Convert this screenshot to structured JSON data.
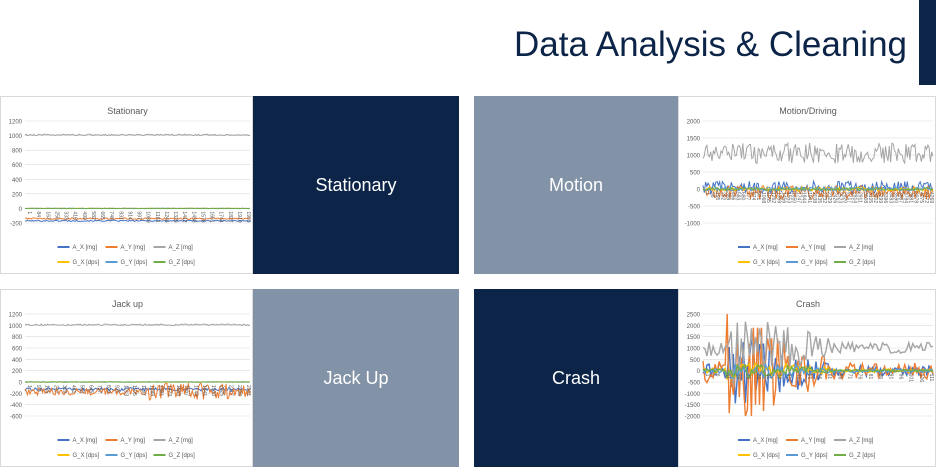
{
  "slide": {
    "title": "Data Analysis & Cleaning"
  },
  "colors": {
    "dark_navy": "#0b2447",
    "slate_gray": "#8393a7",
    "series": {
      "A_X": "#4472c4",
      "A_Y": "#ed7d31",
      "A_Z": "#a5a5a5",
      "G_X": "#ffc000",
      "G_Y": "#5b9bd5",
      "G_Z": "#70ad47"
    }
  },
  "panels": [
    {
      "label": "Stationary",
      "style": "dark"
    },
    {
      "label": "Motion",
      "style": "gray"
    },
    {
      "label": "Jack Up",
      "style": "gray"
    },
    {
      "label": "Crash",
      "style": "dark"
    }
  ],
  "chart_data": [
    {
      "type": "line",
      "title": "Stationary",
      "y_ticks": [
        "1200",
        "1000",
        "800",
        "600",
        "400",
        "200",
        "0",
        "-200"
      ],
      "ylim": [
        -200,
        1200
      ],
      "x_tick_labels": [
        "1",
        "84",
        "167",
        "250",
        "333",
        "416",
        "499",
        "582",
        "665",
        "748",
        "831",
        "914",
        "997",
        "1080",
        "1163",
        "1246",
        "1329",
        "1412",
        "1495",
        "1578",
        "1661",
        "1744",
        "1827",
        "1910",
        "1993"
      ],
      "legend": [
        "A_X [mg]",
        "A_Y [mg]",
        "A_Z [mg]",
        "G_X [dps]",
        "G_Y [dps]",
        "G_Z [dps]"
      ],
      "series": [
        {
          "name": "A_X [mg]",
          "mean": -170,
          "noise": 8
        },
        {
          "name": "A_Y [mg]",
          "mean": -140,
          "noise": 12
        },
        {
          "name": "A_Z [mg]",
          "mean": 1010,
          "noise": 10
        },
        {
          "name": "G_X [dps]",
          "mean": 0,
          "noise": 2
        },
        {
          "name": "G_Y [dps]",
          "mean": 0,
          "noise": 2
        },
        {
          "name": "G_Z [dps]",
          "mean": 0,
          "noise": 2
        }
      ]
    },
    {
      "type": "line",
      "title": "Motion/Driving",
      "y_ticks": [
        "2000",
        "1500",
        "1000",
        "500",
        "0",
        "-500",
        "-1000"
      ],
      "ylim": [
        -1000,
        2000
      ],
      "x_tick_labels": [
        "1",
        "98",
        "195",
        "292",
        "389",
        "486",
        "583",
        "680",
        "777",
        "874",
        "971",
        "1068",
        "1165",
        "1262",
        "1359",
        "1456",
        "1553",
        "1650",
        "1747",
        "1844",
        "1941",
        "2038",
        "2135",
        "2232",
        "2329",
        "2426",
        "2523",
        "2620",
        "2717",
        "2814",
        "2911",
        "3008",
        "3105",
        "3202",
        "3299",
        "3396",
        "3493",
        "3590",
        "3687",
        "3784",
        "3881",
        "3978",
        "4075",
        "4172",
        "4269"
      ],
      "legend": [
        "A_X [mg]",
        "A_Y [mg]",
        "A_Z [mg]",
        "G_X [dps]",
        "G_Y [dps]",
        "G_Z [dps]"
      ],
      "series": [
        {
          "name": "A_X [mg]",
          "mean": 50,
          "noise": 180
        },
        {
          "name": "A_Y [mg]",
          "mean": -100,
          "noise": 200
        },
        {
          "name": "A_Z [mg]",
          "mean": 1050,
          "noise": 300
        },
        {
          "name": "G_X [dps]",
          "mean": 0,
          "noise": 60
        },
        {
          "name": "G_Y [dps]",
          "mean": 0,
          "noise": 60
        },
        {
          "name": "G_Z [dps]",
          "mean": 0,
          "noise": 40
        }
      ]
    },
    {
      "type": "line",
      "title": "Jack up",
      "y_ticks": [
        "1200",
        "1000",
        "800",
        "600",
        "400",
        "200",
        "0",
        "-200",
        "-400",
        "-600"
      ],
      "ylim": [
        -600,
        1200
      ],
      "x_tick_labels": [
        "1",
        "93",
        "185",
        "277",
        "369",
        "461",
        "553",
        "645",
        "737",
        "829",
        "921",
        "1013",
        "1105",
        "1197",
        "1289",
        "1381",
        "1473",
        "1565",
        "1657",
        "1749",
        "1841",
        "1933",
        "2025",
        "2117",
        "2209",
        "2301"
      ],
      "legend": [
        "A_X [mg]",
        "A_Y [mg]",
        "A_Z [mg]",
        "G_X [dps]",
        "G_Y [dps]",
        "G_Z [dps]"
      ],
      "series": [
        {
          "name": "A_X [mg]",
          "mean": -130,
          "noise": 30
        },
        {
          "name": "A_Y [mg]",
          "mean": -170,
          "noise": 60
        },
        {
          "name": "A_Z [mg]",
          "mean": 1010,
          "noise": 15
        },
        {
          "name": "G_X [dps]",
          "mean": 0,
          "noise": 5
        },
        {
          "name": "G_Y [dps]",
          "mean": 0,
          "noise": 5
        },
        {
          "name": "G_Z [dps]",
          "mean": 0,
          "noise": 4
        }
      ]
    },
    {
      "type": "line",
      "title": "Crash",
      "y_ticks": [
        "2500",
        "2000",
        "1500",
        "1000",
        "500",
        "0",
        "-500",
        "-1000",
        "-1500",
        "-2000"
      ],
      "ylim": [
        -2000,
        2500
      ],
      "x_tick_labels": [
        "1",
        "6",
        "11",
        "16",
        "21",
        "26",
        "31",
        "36",
        "41",
        "46",
        "51",
        "56",
        "61",
        "66",
        "71",
        "76",
        "81",
        "86",
        "91",
        "96",
        "101",
        "106",
        "111"
      ],
      "legend": [
        "A_X [mg]",
        "A_Y [mg]",
        "A_Z [mg]",
        "G_X [dps]",
        "G_Y [dps]",
        "G_Z [dps]"
      ],
      "series": [
        {
          "name": "A_X [mg]",
          "mean": 0,
          "noise": 200
        },
        {
          "name": "A_Y [mg]",
          "mean": 0,
          "noise": 300
        },
        {
          "name": "A_Z [mg]",
          "mean": 1000,
          "noise": 200
        },
        {
          "name": "G_X [dps]",
          "mean": 0,
          "noise": 60
        },
        {
          "name": "G_Y [dps]",
          "mean": 0,
          "noise": 60
        },
        {
          "name": "G_Z [dps]",
          "mean": 0,
          "noise": 40
        }
      ]
    }
  ]
}
